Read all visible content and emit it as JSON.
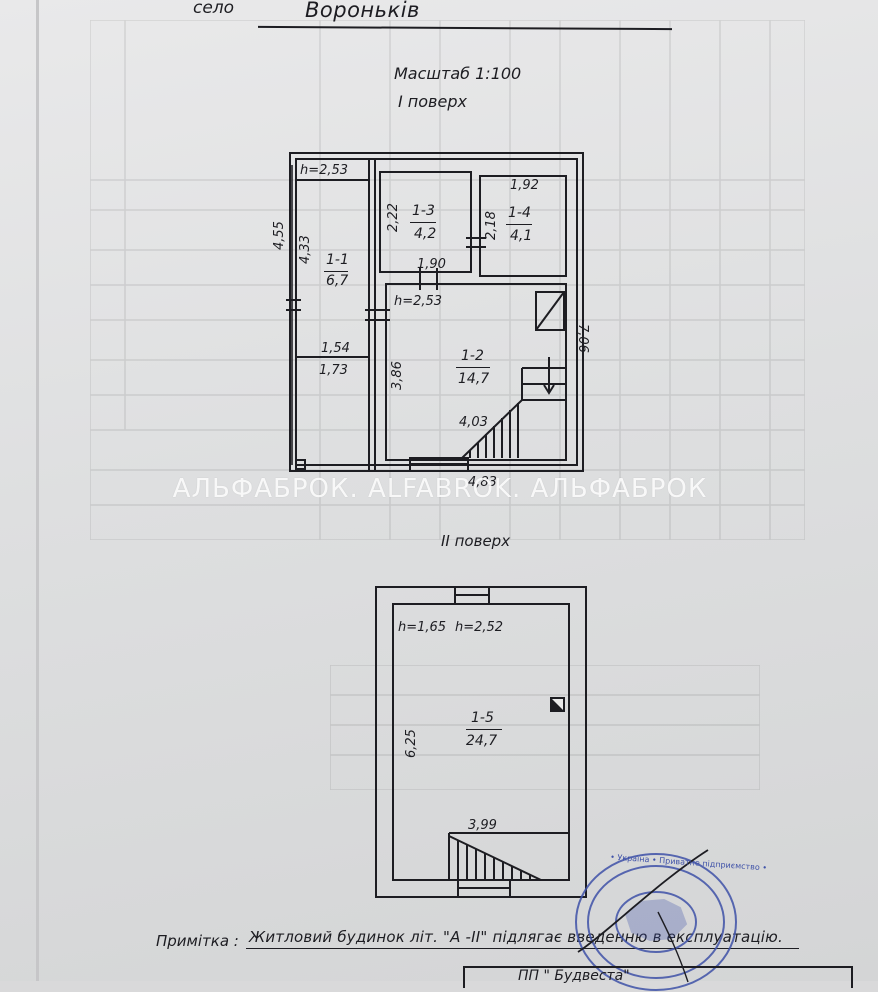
{
  "header": {
    "village_label": "село",
    "village_name": "Вороньків",
    "scale": "Масштаб  1:100",
    "floor1_title": "I поверх",
    "floor2_title": "II поверх"
  },
  "floor1": {
    "rooms": [
      {
        "id": "1-1",
        "area": "6,7"
      },
      {
        "id": "1-2",
        "area": "14,7"
      },
      {
        "id": "1-3",
        "area": "4,2"
      },
      {
        "id": "1-4",
        "area": "4,1"
      }
    ],
    "dimensions": {
      "h_left": "h=2,53",
      "h_center": "h=2,53",
      "d_455": "4,55",
      "d_433": "4,33",
      "d_222": "2,22",
      "d_218": "2,18",
      "d_192": "1,92",
      "d_190": "1,90",
      "d_154": "1,54",
      "d_173": "1,73",
      "d_386": "3,86",
      "d_403": "4,03",
      "d_706": "7,06",
      "d_483": "4,83"
    }
  },
  "floor2": {
    "room": {
      "id": "1-5",
      "area": "24,7"
    },
    "dimensions": {
      "h_1": "h=1,65",
      "h_2": "h=2,52",
      "d_625": "6,25",
      "d_399": "3,99"
    }
  },
  "note": {
    "label": "Примітка :",
    "text": "Житловий будинок літ. \"А -ІІ\" підлягає введенню в експлуатацію."
  },
  "bottom_box_text": "ПП \" Будвеста\"",
  "watermark": "АЛЬФАБРОК. ALFABROK. АЛЬФАБРОК",
  "stamp_text": "• Україна • Приватне підприємство •"
}
